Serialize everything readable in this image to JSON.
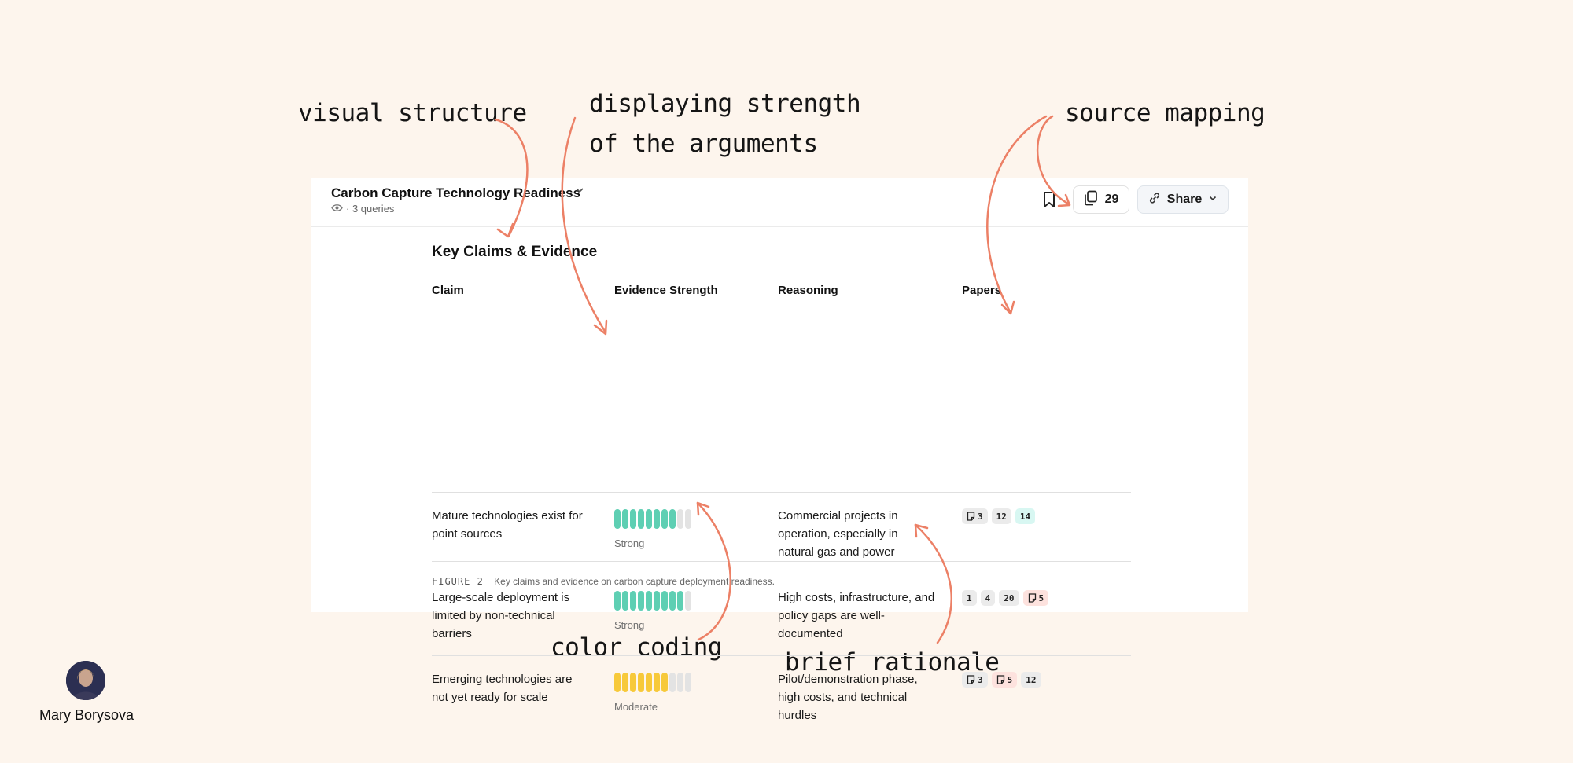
{
  "annotations": {
    "visual_structure": "visual structure",
    "displaying_line1": "displaying strength",
    "displaying_line2": "of the arguments",
    "source_mapping": "source mapping",
    "color_coding": "color coding",
    "brief_rationale": "brief rationale"
  },
  "header": {
    "title": "Carbon Capture Technology Readiness",
    "meta": "· 3 queries",
    "count": "29",
    "share_label": "Share"
  },
  "section": {
    "title": "Key Claims & Evidence",
    "columns": {
      "claim": "Claim",
      "evidence": "Evidence Strength",
      "reasoning": "Reasoning",
      "papers": "Papers"
    }
  },
  "rows": [
    {
      "claim": "Mature technologies exist for point sources",
      "strength": "Strong",
      "filled": 8,
      "total": 10,
      "color": "#5ecfb3",
      "reasoning": "Commercial projects in operation, especially in natural gas and power",
      "papers": [
        {
          "label": "3",
          "doc": true,
          "style": "gray"
        },
        {
          "label": "12",
          "doc": false,
          "style": "gray"
        },
        {
          "label": "14",
          "doc": false,
          "style": "cyan"
        }
      ]
    },
    {
      "claim": "Large-scale deployment is limited by non-technical barriers",
      "strength": "Strong",
      "filled": 9,
      "total": 10,
      "color": "#5ecfb3",
      "reasoning": "High costs, infrastructure, and policy gaps are well-documented",
      "papers": [
        {
          "label": "1",
          "doc": false,
          "style": "gray"
        },
        {
          "label": "4",
          "doc": false,
          "style": "gray"
        },
        {
          "label": "20",
          "doc": false,
          "style": "gray"
        },
        {
          "label": "5",
          "doc": true,
          "style": "pink"
        }
      ]
    },
    {
      "claim": "Emerging technologies are not yet ready for scale",
      "strength": "Moderate",
      "filled": 7,
      "total": 10,
      "color": "#f7c93a",
      "reasoning": "Pilot/demonstration phase, high costs, and technical hurdles",
      "papers": [
        {
          "label": "3",
          "doc": true,
          "style": "gray"
        },
        {
          "label": "5",
          "doc": true,
          "style": "pink"
        },
        {
          "label": "12",
          "doc": false,
          "style": "gray"
        }
      ]
    }
  ],
  "caption": {
    "figure": "FIGURE 2",
    "text": "Key claims and evidence on carbon capture deployment readiness."
  },
  "author": {
    "name": "Mary Borysova"
  },
  "colors": {
    "background": "#fdf5ed",
    "arrow": "#ec8066",
    "strong": "#5ecfb3",
    "moderate": "#f7c93a"
  },
  "icons": [
    "eye-icon",
    "chevron-down-icon",
    "bookmark-icon",
    "copy-icon",
    "link-icon",
    "document-icon"
  ]
}
